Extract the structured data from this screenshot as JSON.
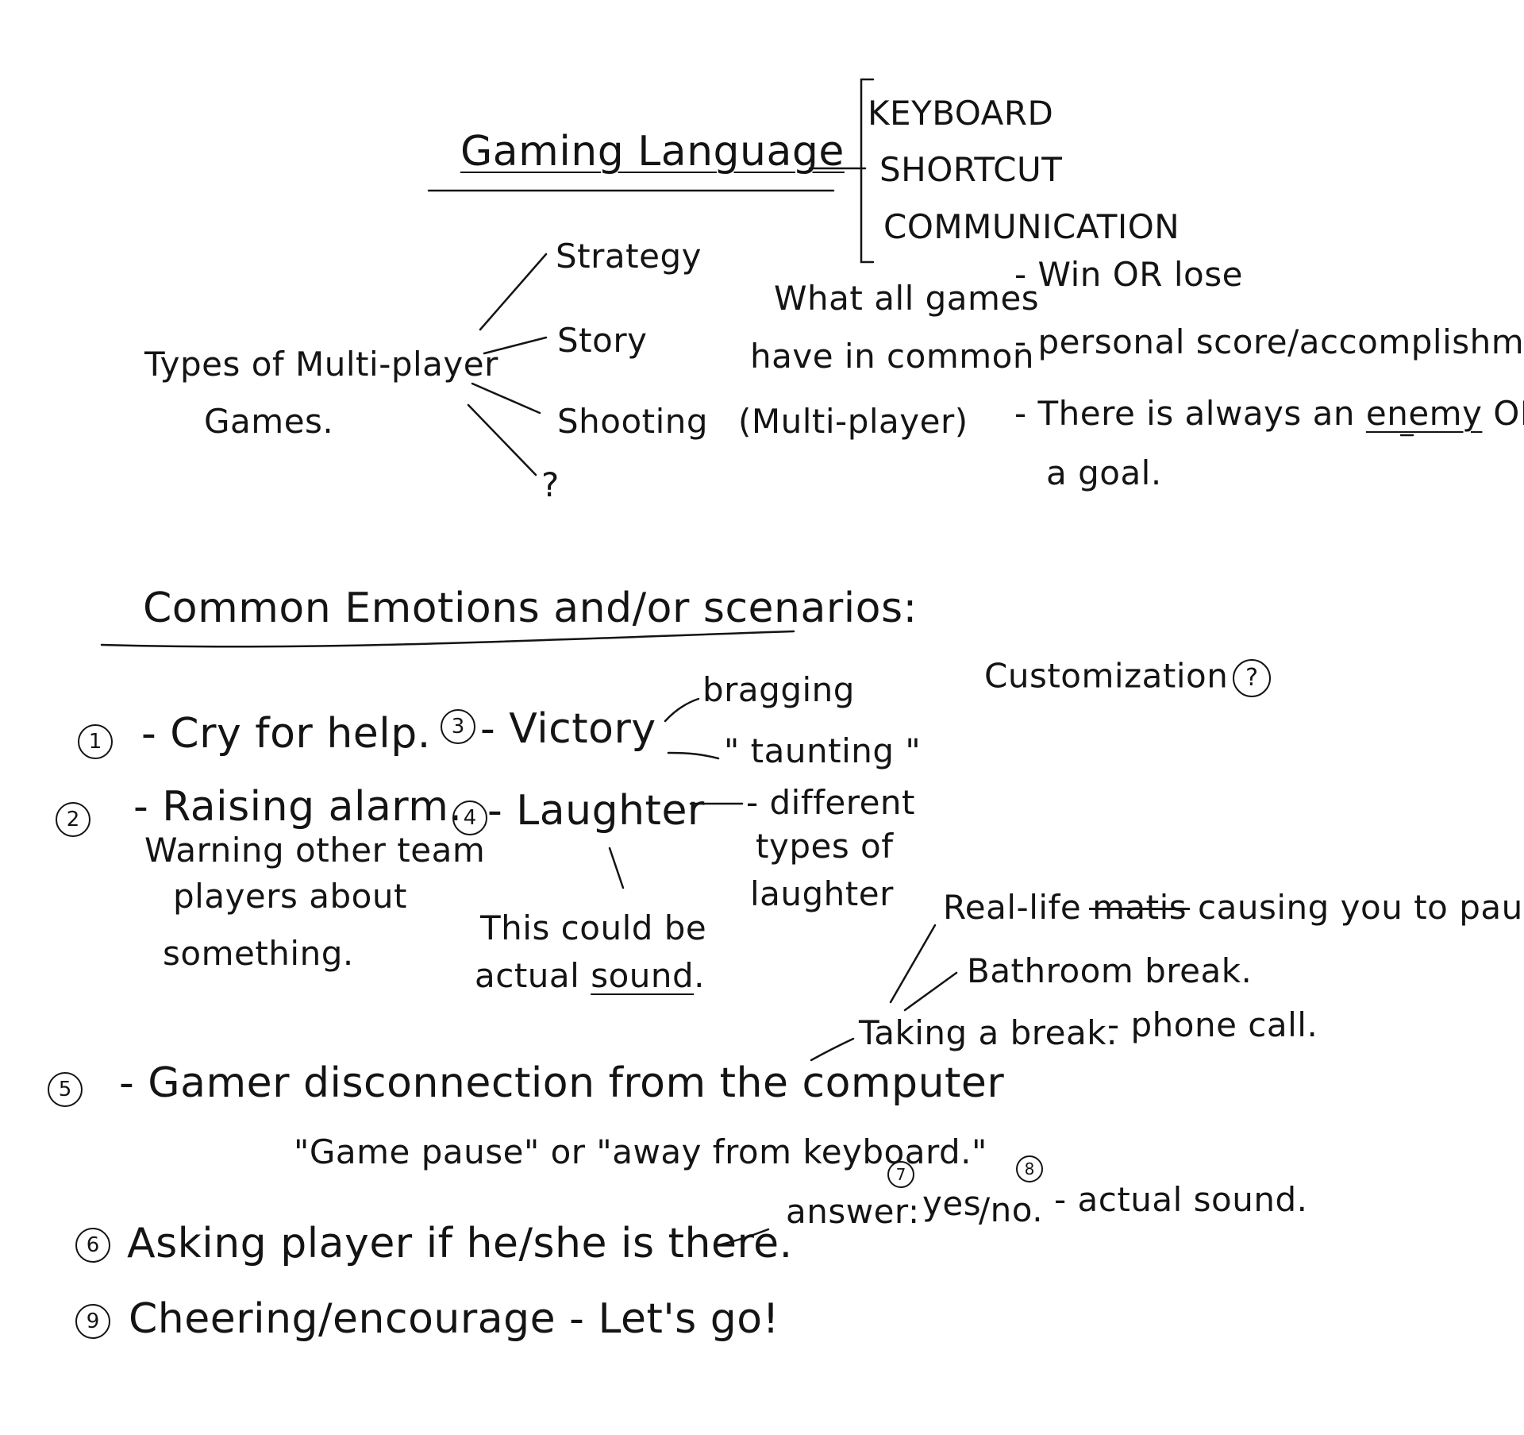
{
  "title": {
    "main": "Gaming Language",
    "branches": [
      "KEYBOARD",
      "SHORTCUT",
      "COMMUNICATION"
    ]
  },
  "types": {
    "label_line1": "Types of Multi-player",
    "label_line2": "Games.",
    "items": [
      "Strategy",
      "Story",
      "Shooting",
      "?"
    ]
  },
  "common": {
    "line1": "What all games",
    "line2": "have in common",
    "line3": "(Multi-player)",
    "points": {
      "p1": "- Win OR lose",
      "p2": "- personal score/accomplishment.",
      "p3_before": "- There is always an ",
      "p3_underlined": "enemy",
      "p3_after": " OR",
      "p3_line2": "a goal."
    }
  },
  "section_heading": "Common Emotions and/or scenarios:",
  "customization": {
    "text": "Customization",
    "mark": "?"
  },
  "items": {
    "n1": "1",
    "i1": "- Cry for help.",
    "n3": "3",
    "i3": "- Victory",
    "bragging": "bragging",
    "taunting": "\" taunting \"",
    "n2": "2",
    "i2_line1": "- Raising alarm.",
    "i2_line2": "Warning other team",
    "i2_line3": "players about",
    "i2_line4": "something.",
    "n4": "4",
    "i4": "- Laughter",
    "laughter_types_1": "- different",
    "laughter_types_2": "types of",
    "laughter_types_3": "laughter",
    "sound_line1": "This could be",
    "sound_line2_before": "actual ",
    "sound_line2_underlined": "sound",
    "sound_line2_after": ".",
    "reallife_before": "Real-life ",
    "reallife_struck": "matis",
    "reallife_after": " causing you to pause.",
    "bathroom": "Bathroom break.",
    "taking_break": "Taking a break.",
    "phone_call": "- phone call.",
    "n5": "5",
    "i5": "- Gamer disconnection from the computer",
    "i5_quote": "\"Game pause\" or \"away from keyboard.\"",
    "n6": "6",
    "i6": "Asking player if he/she is there.",
    "answer_label": "answer:",
    "n7": "7",
    "yes": "yes",
    "slash_no": "/no.",
    "n8": "8",
    "actual_sound": "- actual sound.",
    "n9": "9",
    "i9": "Cheering/encourage - Let's go!"
  }
}
